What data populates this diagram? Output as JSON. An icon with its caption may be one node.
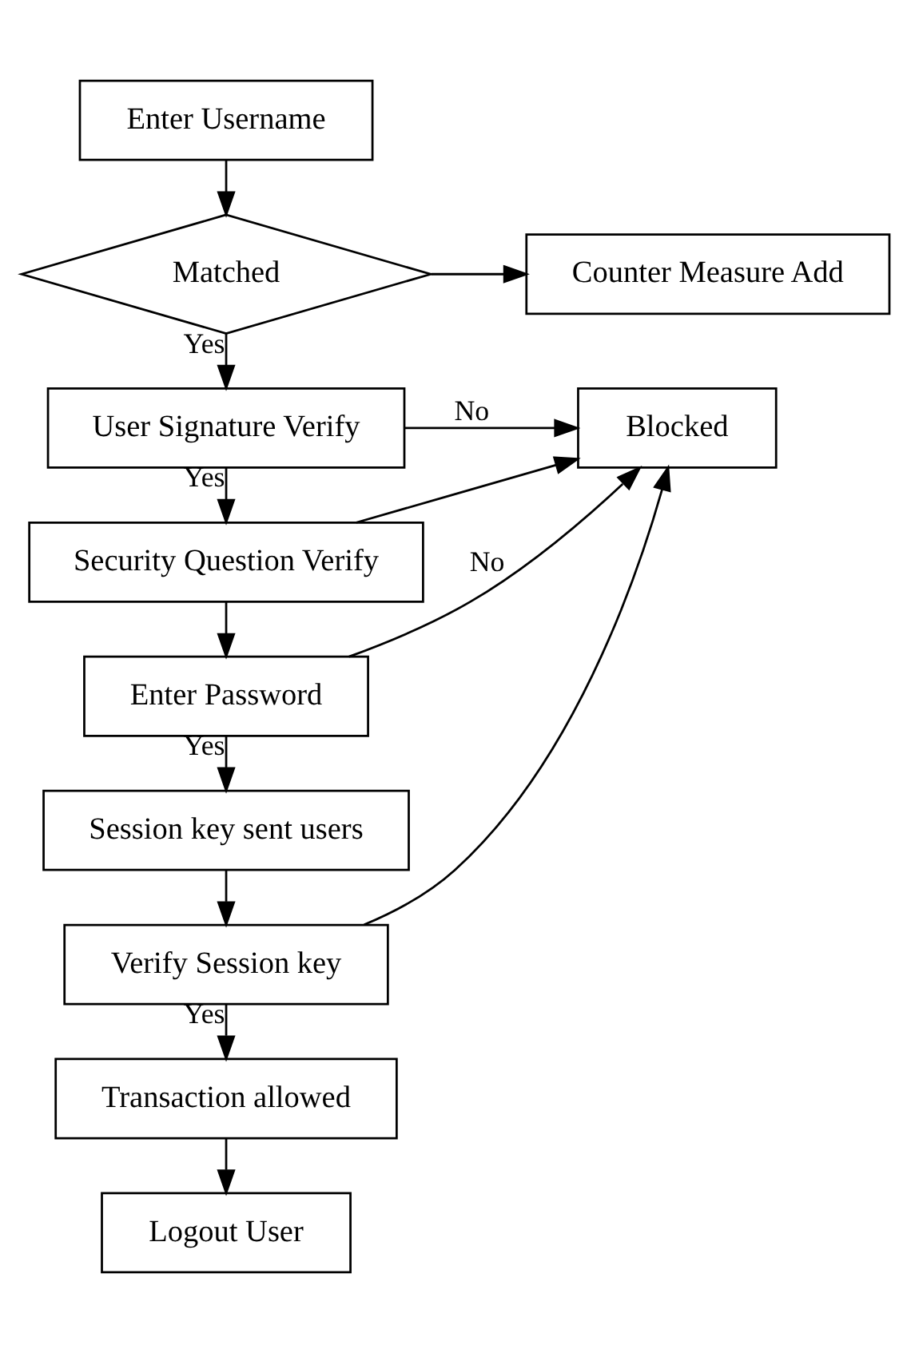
{
  "diagram": {
    "nodes": [
      {
        "text": [
          "Enter Username"
        ]
      },
      {
        "text": [
          "Matched"
        ]
      },
      {
        "text": [
          "Counter Measure Add"
        ]
      },
      {
        "text": [
          "User Signature Verify"
        ]
      },
      {
        "text": [
          "Blocked"
        ]
      },
      {
        "text": [
          "Security Question Verify"
        ]
      },
      {
        "text": [
          "Enter Password"
        ]
      },
      {
        "text": [
          "Session key sent users"
        ]
      },
      {
        "text": [
          "Verify Session key"
        ]
      },
      {
        "text": [
          "Transaction allowed"
        ]
      },
      {
        "text": [
          "Logout User"
        ]
      }
    ],
    "edges": [
      {
        "from": 0,
        "to": 1,
        "arrow": "to"
      },
      {
        "from": 1,
        "to": 2,
        "arrow": "to"
      },
      {
        "from": 1,
        "to": 3,
        "arrow": "to",
        "label": "Yes"
      },
      {
        "from": 3,
        "to": 4,
        "arrow": "to",
        "label": "No"
      },
      {
        "from": 3,
        "to": 5,
        "arrow": "to",
        "label": "Yes"
      },
      {
        "from": 5,
        "to": 4,
        "arrow": "to"
      },
      {
        "from": 5,
        "to": 6,
        "arrow": "to"
      },
      {
        "from": 6,
        "to": 4,
        "arrow": "to",
        "label": "No"
      },
      {
        "from": 6,
        "to": 7,
        "arrow": "to",
        "label": "Yes"
      },
      {
        "from": 7,
        "to": 8,
        "arrow": "to"
      },
      {
        "from": 8,
        "to": 4,
        "arrow": "to"
      },
      {
        "from": 8,
        "to": 9,
        "arrow": "to",
        "label": "Yes"
      },
      {
        "from": 9,
        "to": 10,
        "arrow": "to"
      }
    ]
  }
}
